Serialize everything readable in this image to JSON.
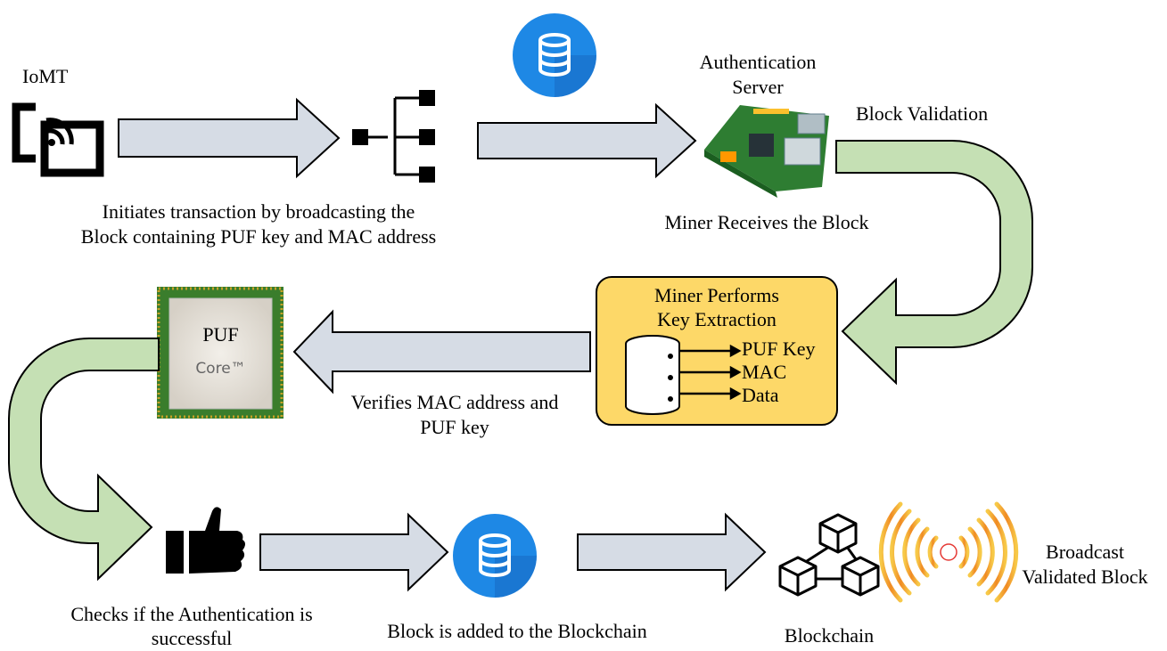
{
  "iomt_label": "IoMT",
  "auth_server_label_1": "Authentication",
  "auth_server_label_2": "Server",
  "block_validation": "Block Validation",
  "initiates_line1": "Initiates transaction by broadcasting the",
  "initiates_line2": "Block containing PUF key and MAC address",
  "miner_receives": "Miner Receives the Block",
  "miner_box_title1": "Miner Performs",
  "miner_box_title2": "Key Extraction",
  "key_items": [
    "PUF Key",
    "MAC",
    "Data"
  ],
  "puf_label": "PUF",
  "chip_brand": "Core™",
  "verifies_line1": "Verifies MAC address and",
  "verifies_line2": "PUF key",
  "checks_line1": "Checks if the Authentication is",
  "checks_line2": "successful",
  "block_added": "Block is added to the Blockchain",
  "blockchain_label": "Blockchain",
  "broadcast_line1": "Broadcast",
  "broadcast_line2": "Validated Block",
  "colors": {
    "arrow_fill": "#d6dce5",
    "curve_fill": "#c5e0b4",
    "yellow_box": "#fdd868",
    "db_circle": "#1e88e5",
    "signal": "#f0a020"
  }
}
